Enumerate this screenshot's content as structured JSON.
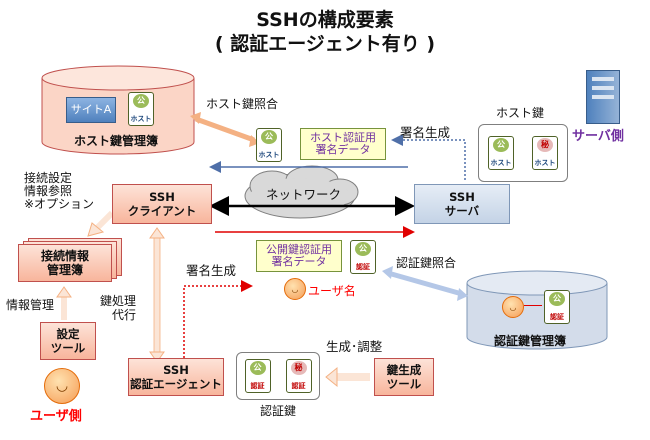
{
  "title": {
    "line1": "SSHの構成要素",
    "line2": "( 認証エージェント有り )"
  },
  "host_db": {
    "label": "ホスト鍵管理簿",
    "site": "サイトA",
    "cert_top": "公",
    "cert_bottom": "ホスト"
  },
  "server_side": {
    "label": "サーバ側"
  },
  "user_side": {
    "label": "ユーザ側"
  },
  "host_key_compare": "ホスト鍵照合",
  "host_cert_data": "ホスト認証用\n署名データ",
  "sign_gen_server": "署名生成",
  "host_key": {
    "label": "ホスト鍵",
    "pub_top": "公",
    "pub_bottom": "ホスト",
    "sec_top": "秘",
    "sec_bottom": "ホスト"
  },
  "network": "ネットワーク",
  "ssh_client": "SSH\nクライアント",
  "ssh_server": "SSH\nサーバ",
  "conn_setting": "接続設定\n情報参照\n※オプション",
  "conn_info": "接続情報\n管理簿",
  "info_mgmt": "情報管理",
  "setting_tool": "設定\nツール",
  "key_proc": "鍵処理\n代行",
  "sign_gen_client": "署名生成",
  "pub_cert_data": "公開鍵認証用\n署名データ",
  "user_name": "ユーザ名",
  "auth_key_compare": "認証鍵照合",
  "auth_db": {
    "label": "認証鍵管理簿",
    "cert_top": "公",
    "cert_bottom": "認証"
  },
  "ssh_agent": "SSH\n認証エージェント",
  "auth_key": {
    "label": "認証鍵",
    "pub_top": "公",
    "pub_bottom": "認証",
    "sec_top": "秘",
    "sec_bottom": "認証"
  },
  "gen_adjust": "生成･調整",
  "keygen_tool": "鍵生成\nツール",
  "user_cert": {
    "top": "公",
    "bottom": "認証"
  },
  "colors": {
    "pink_border": "#c0504d",
    "blue_border": "#7f97b7",
    "red_label": "#ff0000",
    "purple_label": "#7030a0"
  }
}
